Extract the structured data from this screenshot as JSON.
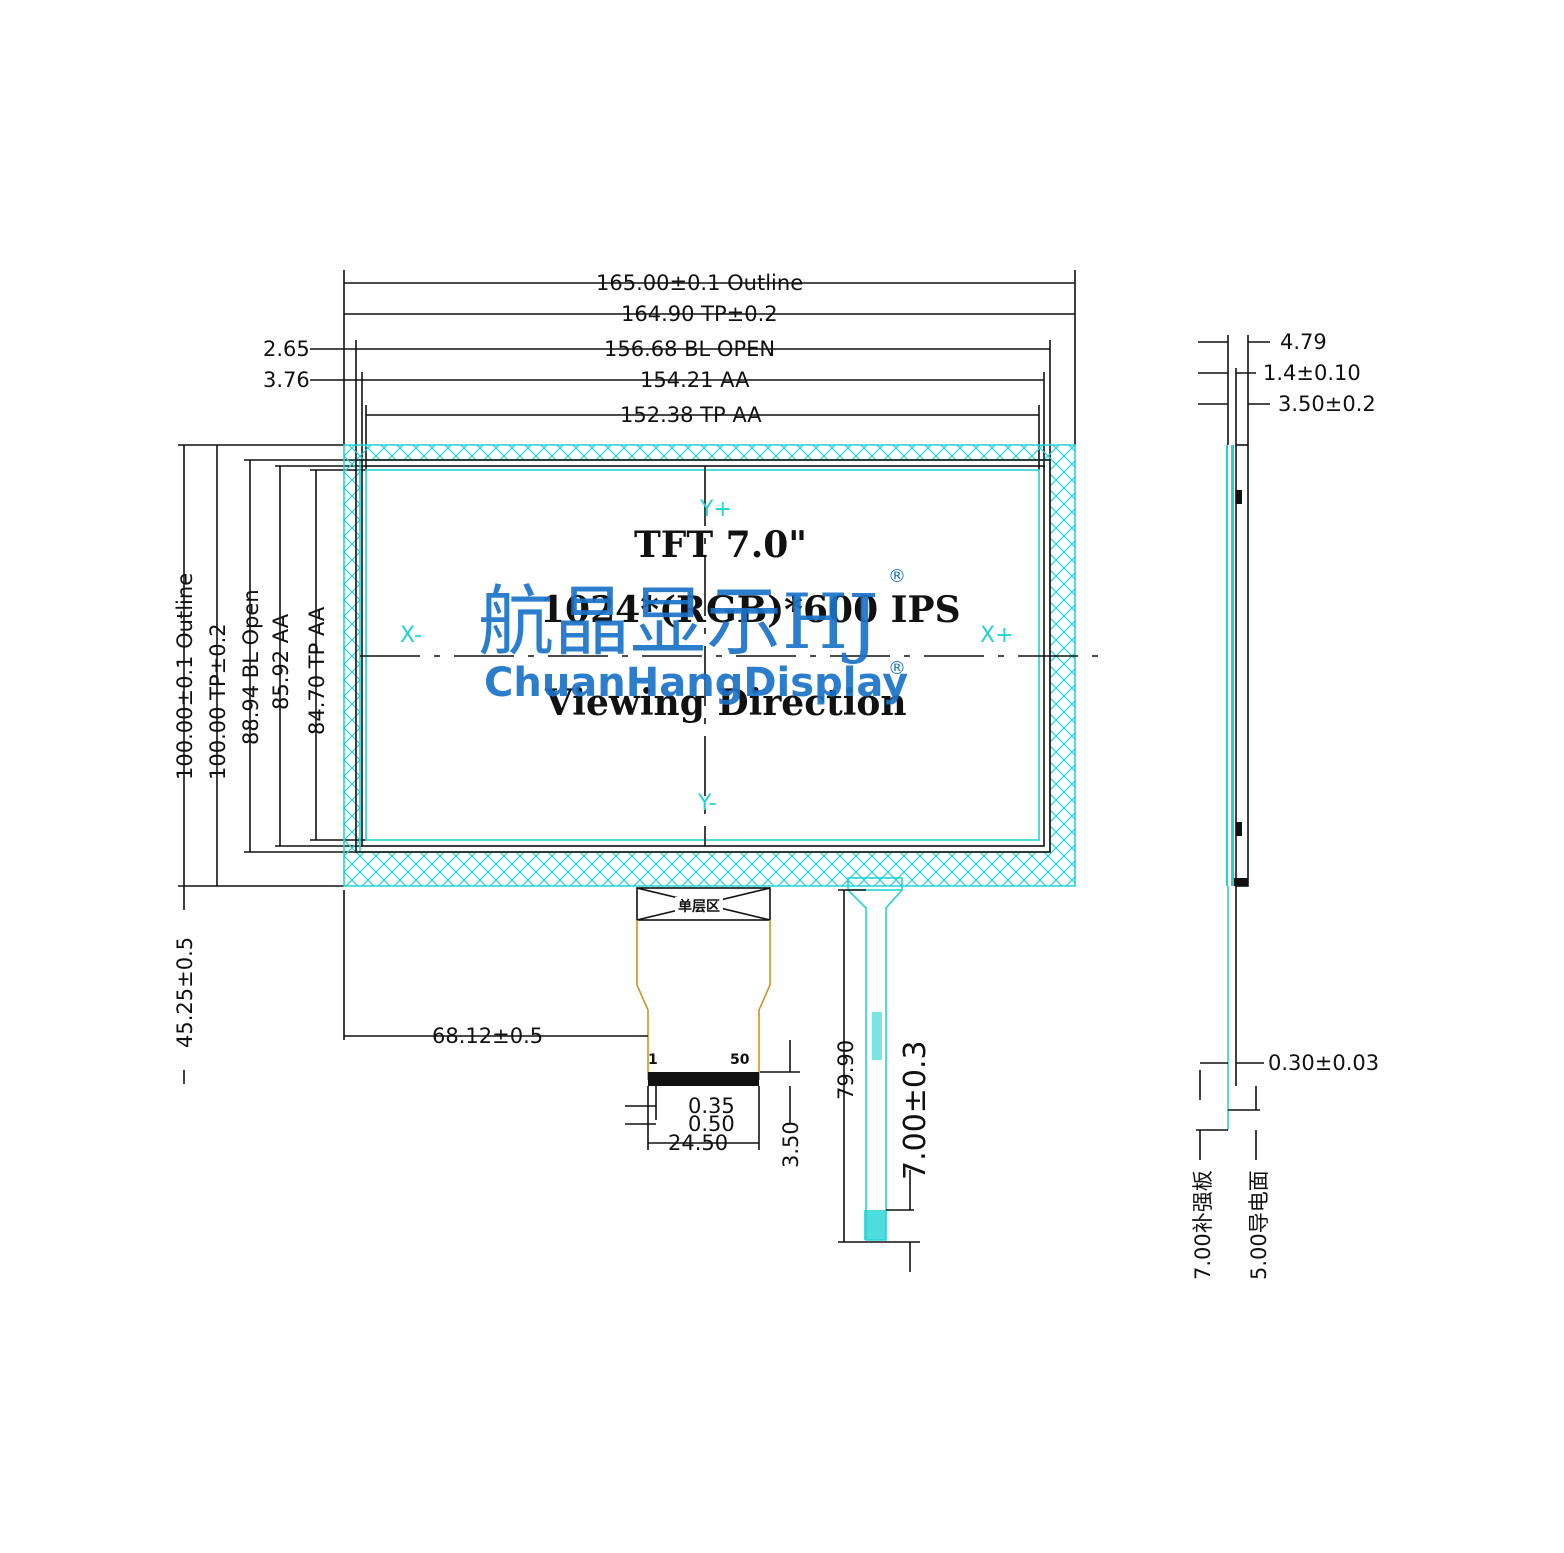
{
  "colors": {
    "touch_panel": "#22d3d3",
    "outline": "#111111",
    "fpc": "#c8961e",
    "watermark": "#1a73c9",
    "background": "#ffffff"
  },
  "dimensions": {
    "outline_w": "165.00±0.1  Outline",
    "tp_w": "164.90  TP±0.2",
    "bl_open_w": "156.68  BL  OPEN",
    "aa_w": "154.21  AA",
    "tp_aa_w": "152.38  TP  AA",
    "left_265": "2.65",
    "left_376": "3.76",
    "outline_h": "100.00±0.1  Outline",
    "tp_h": "100.00  TP±0.2",
    "bl_open_h": "88.94  BL  Open",
    "aa_h": "85.92  AA",
    "tp_aa_h": "84.70  TP  AA",
    "fpc_length": "45.25±0.5",
    "fpc_offset": "68.12±0.5",
    "pin_pitch_035": "0.35",
    "pin_pitch_050": "0.50",
    "fpc_width": "24.50",
    "fpc_tail": "3.50",
    "tp_fpc_length": "79.90",
    "tp_fpc_tail": "7.00±0.3",
    "side_479": "4.79",
    "side_14": "1.4±0.10",
    "side_350": "3.50±0.2",
    "side_030": "0.30±0.03",
    "stiffener": "7.00补强板",
    "conductive": "5.00导电面"
  },
  "labels": {
    "tft_size": "TFT  7.0\"",
    "resolution": "1024*(RGB)*600 IPS",
    "viewing": "Viewing  Direction",
    "x_minus": "X-",
    "x_plus": "X+",
    "y_plus": "Y+",
    "y_minus": "Y-",
    "pin_1": "1",
    "pin_50": "50",
    "single_layer": "单层区"
  },
  "watermark": {
    "chinese": "航晶显示HJ",
    "english": "ChuanHangDisplay",
    "registered": "®"
  }
}
